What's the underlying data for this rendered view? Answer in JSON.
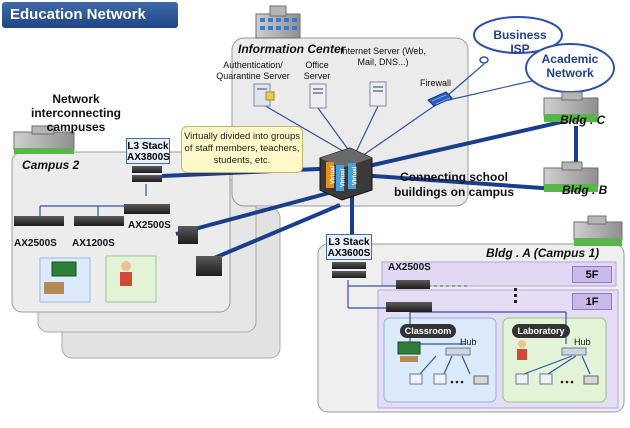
{
  "title": "Education Network",
  "clouds": {
    "business_isp": "Business ISP",
    "academic_network": "Academic Network"
  },
  "info_center": {
    "title": "Information Center",
    "auth_server": "Authentication/ Quarantine Server",
    "office_server": "Office Server",
    "internet_server": "Internet Server (Web, Mail, DNS...)",
    "firewall": "Firewall"
  },
  "callout": "Virtually divided into groups of staff members, teachers, students, etc.",
  "core_switch": {
    "virtual_tags": [
      "Virtual",
      "Virtual",
      "Virtual"
    ]
  },
  "labels": {
    "network_interconnecting": "Network interconnecting campuses",
    "connecting_buildings": "Connecting school buildings on campus"
  },
  "campus2": {
    "title": "Campus 2",
    "stack_line1": "L3 Stack",
    "stack_line2": "AX3800S",
    "sw_left": "AX2500S",
    "sw_mid": "AX1200S",
    "sw_right": "AX2500S"
  },
  "campus1": {
    "stack_line1": "L3 Stack",
    "stack_line2": "AX3600S",
    "sw_top": "AX2500S",
    "bldg_a": "Bldg . A (Campus 1)",
    "floor_5": "5F",
    "floor_1": "1F",
    "classroom": "Classroom",
    "laboratory": "Laboratory",
    "hub_left": "Hub",
    "hub_right": "Hub"
  },
  "buildings": {
    "bldg_c": "Bldg . C",
    "bldg_b": "Bldg . B"
  },
  "colors": {
    "trunk": "#1a3e8c",
    "link": "#2f54a8",
    "title_bar": "#2b5597",
    "campus_panel": "#ededed",
    "bldg_a_panel": "#e8e0f5",
    "classroom": "#dcebfb",
    "laboratory": "#e3f3d8"
  }
}
